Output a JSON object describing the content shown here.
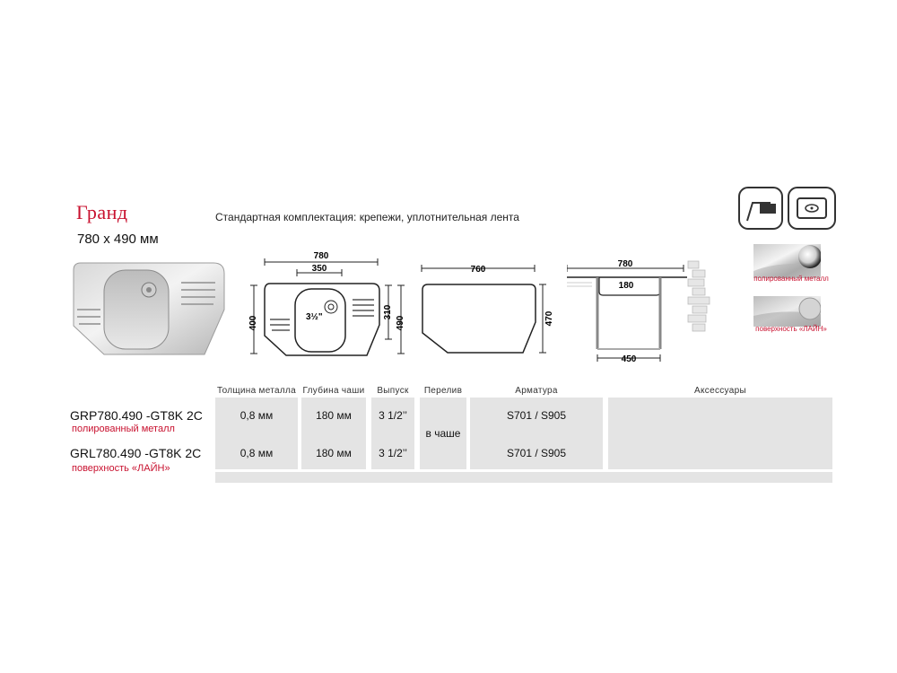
{
  "product": {
    "title": "Гранд",
    "size": "780 x 490 мм",
    "standard_kit": "Стандартная комплектация: крепежи, уплотнительная лента"
  },
  "diagrams": {
    "top_view": {
      "width": "780",
      "bowl_width": "350",
      "height_left": "400",
      "height_right": "310",
      "height_total": "490",
      "outlet": "3½\""
    },
    "cutout": {
      "width": "760",
      "height": "470"
    },
    "section": {
      "width": "780",
      "depth": "180",
      "bottom": "450"
    }
  },
  "finishes": {
    "polished": "полированный металл",
    "line": "поверхность «ЛАЙН»"
  },
  "table": {
    "headers": {
      "thickness": "Толщина металла",
      "depth": "Глубина чаши",
      "outlet": "Выпуск",
      "overflow": "Перелив",
      "fittings": "Арматура",
      "accessories": "Аксессуары"
    },
    "overflow_value": "в чаше",
    "rows": [
      {
        "model": "GRP780.490 -GT8K 2C",
        "finish": "полированный металл",
        "thickness": "0,8 мм",
        "depth": "180 мм",
        "outlet": "3 1/2’’",
        "fittings": "S701 / S905"
      },
      {
        "model": "GRL780.490 -GT8K 2C",
        "finish": "поверхность «ЛАЙН»",
        "thickness": "0,8 мм",
        "depth": "180 мм",
        "outlet": "3 1/2’’",
        "fittings": "S701 / S905"
      }
    ]
  },
  "icons": [
    "overmount-install-icon",
    "undermount-install-icon",
    "polished-metal-swatch",
    "line-surface-swatch"
  ],
  "colors": {
    "accent": "#c8102e",
    "cell": "#e4e4e4"
  }
}
